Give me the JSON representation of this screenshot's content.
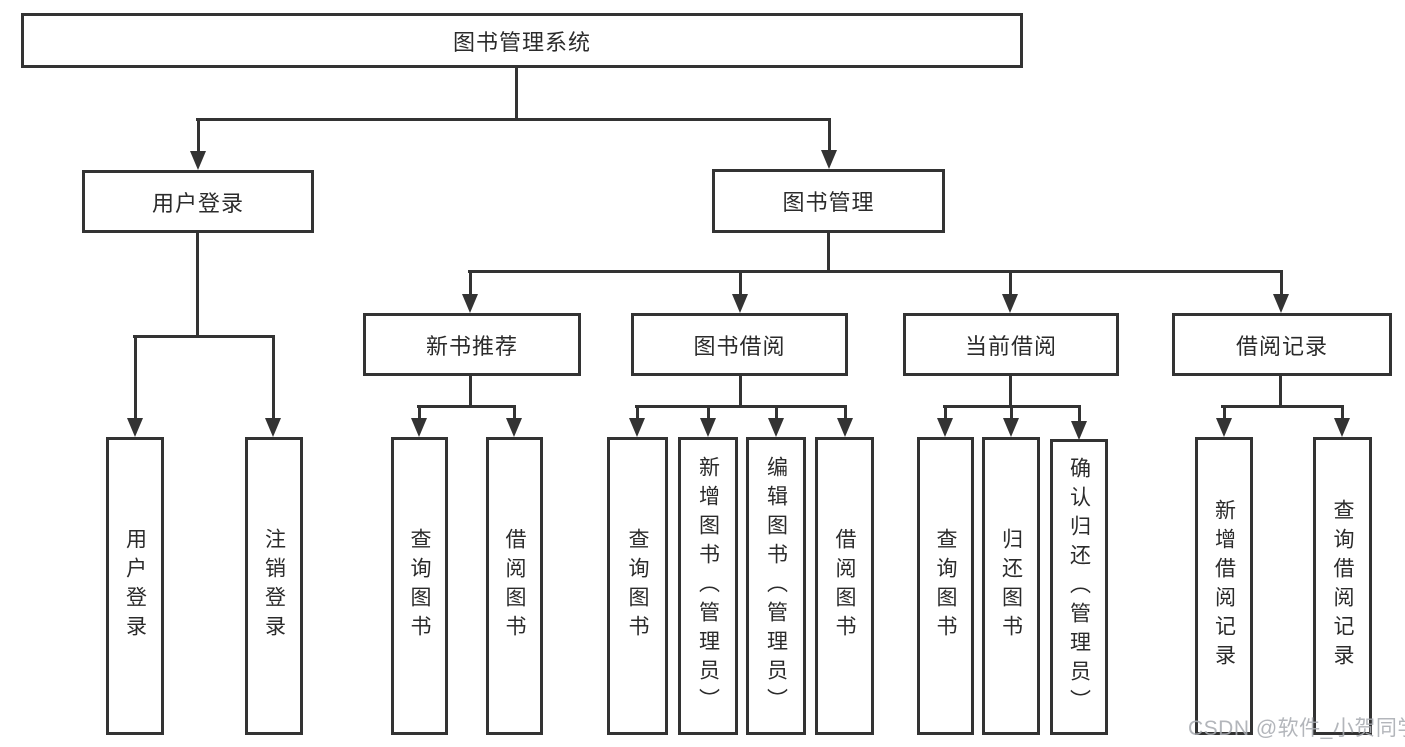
{
  "diagram": {
    "root": "图书管理系统",
    "branches": [
      {
        "label": "用户登录",
        "children": [
          "用户登录",
          "注销登录"
        ]
      },
      {
        "label": "图书管理",
        "children": [
          {
            "label": "新书推荐",
            "children": [
              "查询图书",
              "借阅图书"
            ]
          },
          {
            "label": "图书借阅",
            "children": [
              "查询图书",
              "新增图书（管理员）",
              "编辑图书（管理员）",
              "借阅图书"
            ]
          },
          {
            "label": "当前借阅",
            "children": [
              "查询图书",
              "归还图书",
              "确认归还（管理员）"
            ]
          },
          {
            "label": "借阅记录",
            "children": [
              "新增借阅记录",
              "查询借阅记录"
            ]
          }
        ]
      }
    ]
  },
  "watermark": {
    "text": "CSDN @软件_小贺同学"
  },
  "colors": {
    "line": "#333333",
    "text": "#2b2b2b",
    "background": "#ffffff",
    "watermark": "#a8acb2"
  }
}
